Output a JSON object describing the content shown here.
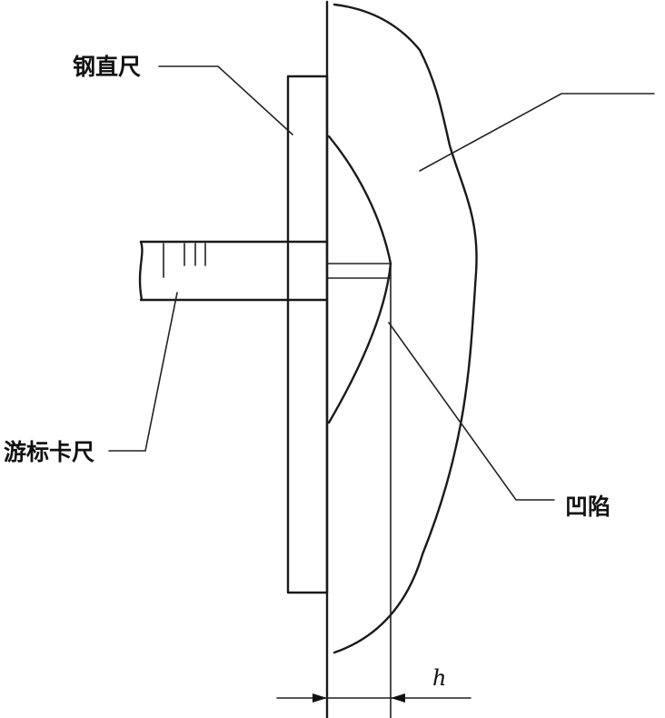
{
  "labels": {
    "steel_ruler": "钢直尺",
    "vernier_caliper": "游标卡尺",
    "dent": "凹陷",
    "depth_symbol": "h"
  }
}
